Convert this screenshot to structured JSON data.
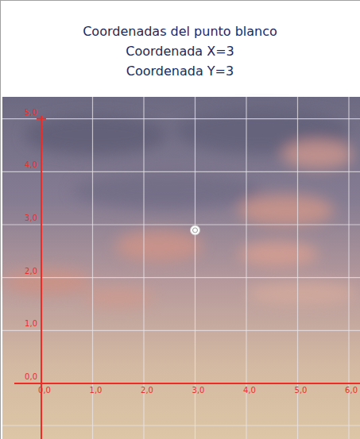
{
  "diagram": {
    "title": "Coordenadas del punto blanco",
    "labels": [
      "Coordenada X=3",
      "Coordenada Y=3",
      "5,0",
      "4,0",
      "3,0",
      "2,0",
      "1,0",
      "0,0",
      "0,0",
      "1,0",
      "2,0",
      "3,0",
      "4,0",
      "5,0",
      "6,0"
    ]
  }
}
